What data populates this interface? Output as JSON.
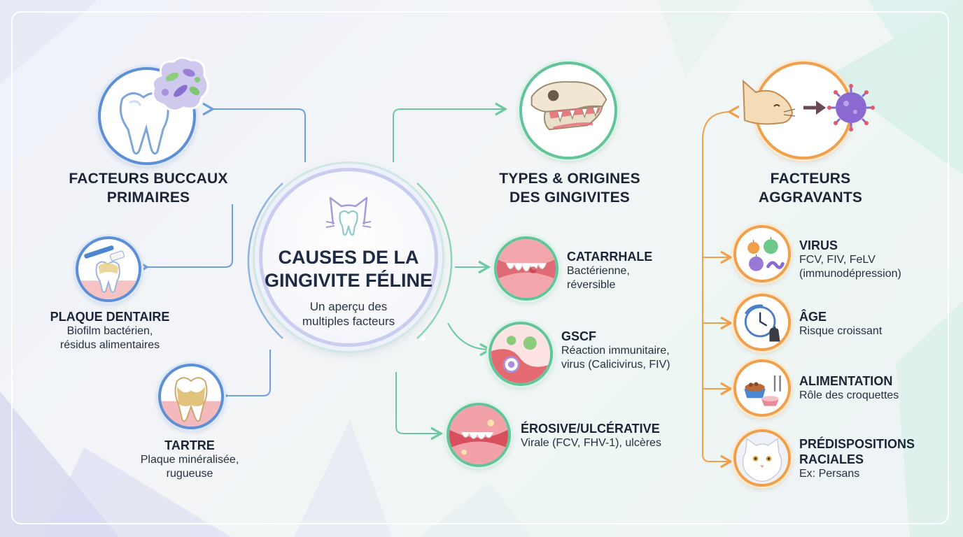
{
  "center": {
    "title_line1": "CAUSES DE LA",
    "title_line2": "GINGIVITE FÉLINE",
    "subtitle_line1": "Un aperçu des",
    "subtitle_line2": "multiples facteurs"
  },
  "left": {
    "heading_line1": "FACTEURS BUCCAUX",
    "heading_line2": "PRIMAIRES",
    "items": [
      {
        "title": "PLAQUE DENTAIRE",
        "desc_line1": "Biofilm bactérien,",
        "desc_line2": "résidus alimentaires"
      },
      {
        "title": "TARTRE",
        "desc_line1": "Plaque minéralisée,",
        "desc_line2": "rugueuse"
      }
    ]
  },
  "middle": {
    "heading_line1": "TYPES & ORIGINES",
    "heading_line2": "DES GINGIVITES",
    "items": [
      {
        "title": "CATARRHALE",
        "desc_line1": "Bactérienne,",
        "desc_line2": "réversible"
      },
      {
        "title": "GSCF",
        "desc_line1": "Réaction immunitaire,",
        "desc_line2": "virus (Calicivirus, FIV)"
      },
      {
        "title": "ÉROSIVE/ULCÉRATIVE",
        "desc_line1": "Virale (FCV, FHV-1), ulcères",
        "desc_line2": ""
      }
    ]
  },
  "right": {
    "heading_line1": "FACTEURS",
    "heading_line2": "AGGRAVANTS",
    "items": [
      {
        "title": "VIRUS",
        "desc_line1": "FCV, FIV, FeLV",
        "desc_line2": "(immunodépression)"
      },
      {
        "title": "ÂGE",
        "desc_line1": "Risque croissant",
        "desc_line2": ""
      },
      {
        "title": "ALIMENTATION",
        "desc_line1": "Rôle des croquettes",
        "desc_line2": ""
      },
      {
        "title": "PRÉDISPOSITIONS",
        "title_line2": "RACIALES",
        "desc_line1": "Ex: Persans"
      }
    ]
  },
  "colors": {
    "left_branch": "#6f9fdc",
    "middle_branch": "#6cc9a0",
    "right_branch": "#f0a04b"
  },
  "icons": {
    "left_main": "tooth-with-bacteria-icon",
    "plaque": "toothbrush-tooth-icon",
    "tartre": "tartar-tooth-icon",
    "middle_main": "cat-skull-gums-icon",
    "catarrhale": "inflamed-gums-icon",
    "gscf": "immune-cells-icon",
    "erosive": "ulcerated-gums-icon",
    "right_main": "cat-virus-icon",
    "virus": "virus-cluster-icon",
    "age": "clock-cat-icon",
    "alimentation": "food-bowls-icon",
    "race": "persian-cat-icon"
  }
}
